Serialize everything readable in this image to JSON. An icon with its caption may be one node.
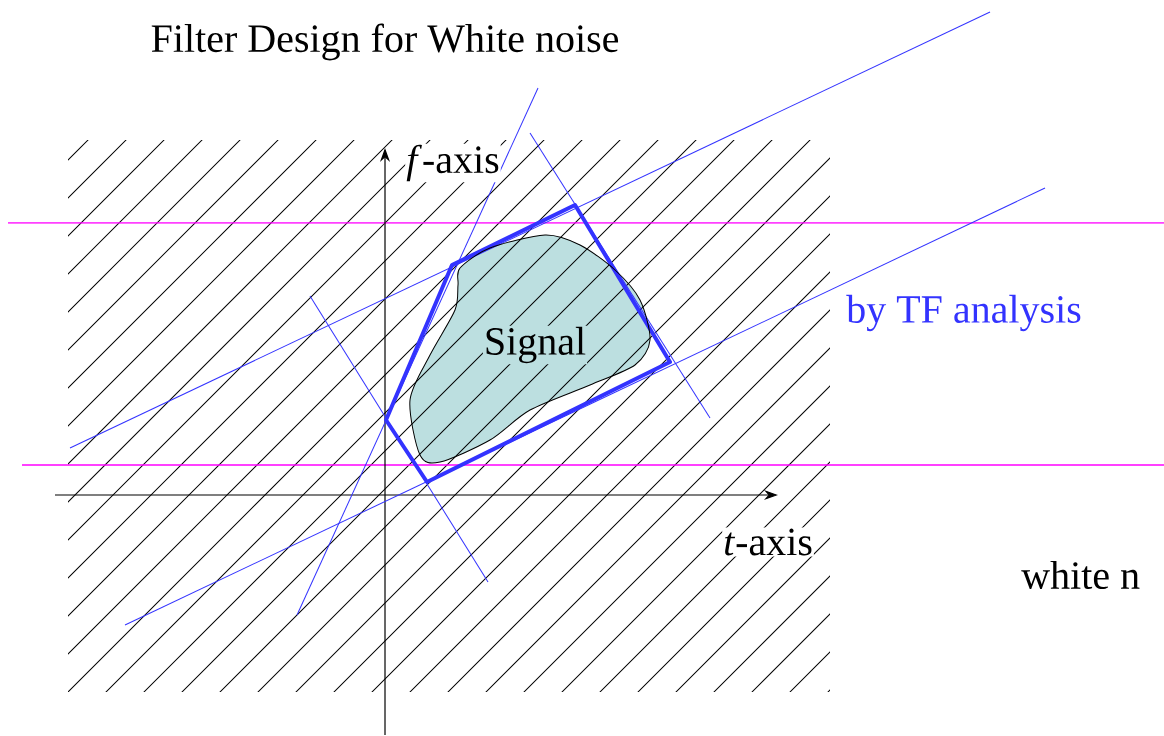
{
  "diagram": {
    "title": "Filter Design for White noise",
    "nodes": [
      {
        "text": [
          "Signal"
        ]
      }
    ],
    "labels": [
      "*f*-axis",
      "by TF analysis",
      "*t*-axis",
      "white n"
    ]
  }
}
